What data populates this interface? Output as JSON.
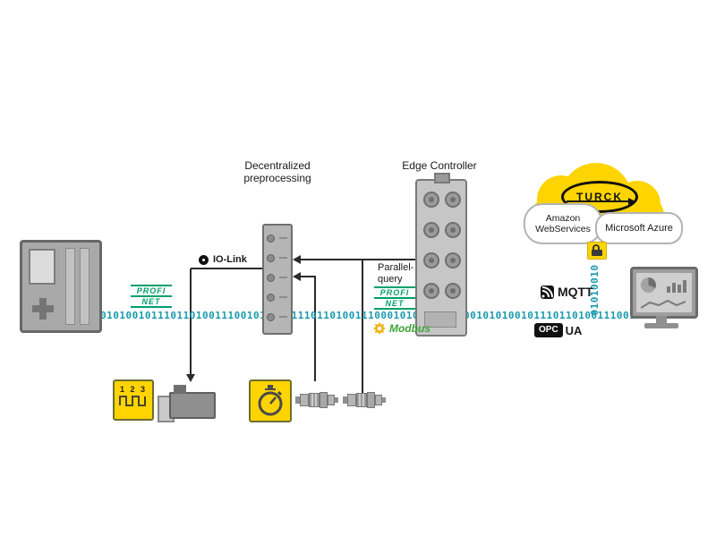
{
  "labels": {
    "decentralized_line1": "Decentralized",
    "decentralized_line2": "preprocessing",
    "edge_controller": "Edge Controller",
    "parallel_line1": "Parallel-",
    "parallel_line2": "query"
  },
  "protocols": {
    "io_link": "IO-Link",
    "mqtt": "MQTT",
    "opc": "OPC",
    "ua": "UA",
    "modbus": "Modbus",
    "profinet_line1": "PROFI",
    "profinet_line2": "NET"
  },
  "cloud": {
    "turck": "TURCK",
    "amazon_line1": "Amazon",
    "amazon_line2": "WebServices",
    "azure": "Microsoft Azure"
  },
  "stream": {
    "horizontal": "0101001011101101001110010100101110110100111000101001001110010101001011101101001110010100101110110100",
    "vertical": "01010010"
  },
  "sensor": {
    "digits": "1 2 3"
  },
  "colors": {
    "turck_yellow": "#FFD400",
    "stream_teal": "#1899AC",
    "profinet_green": "#00A06A",
    "modbus_green": "#3FA435",
    "device_gray": "#A9A9A9"
  }
}
